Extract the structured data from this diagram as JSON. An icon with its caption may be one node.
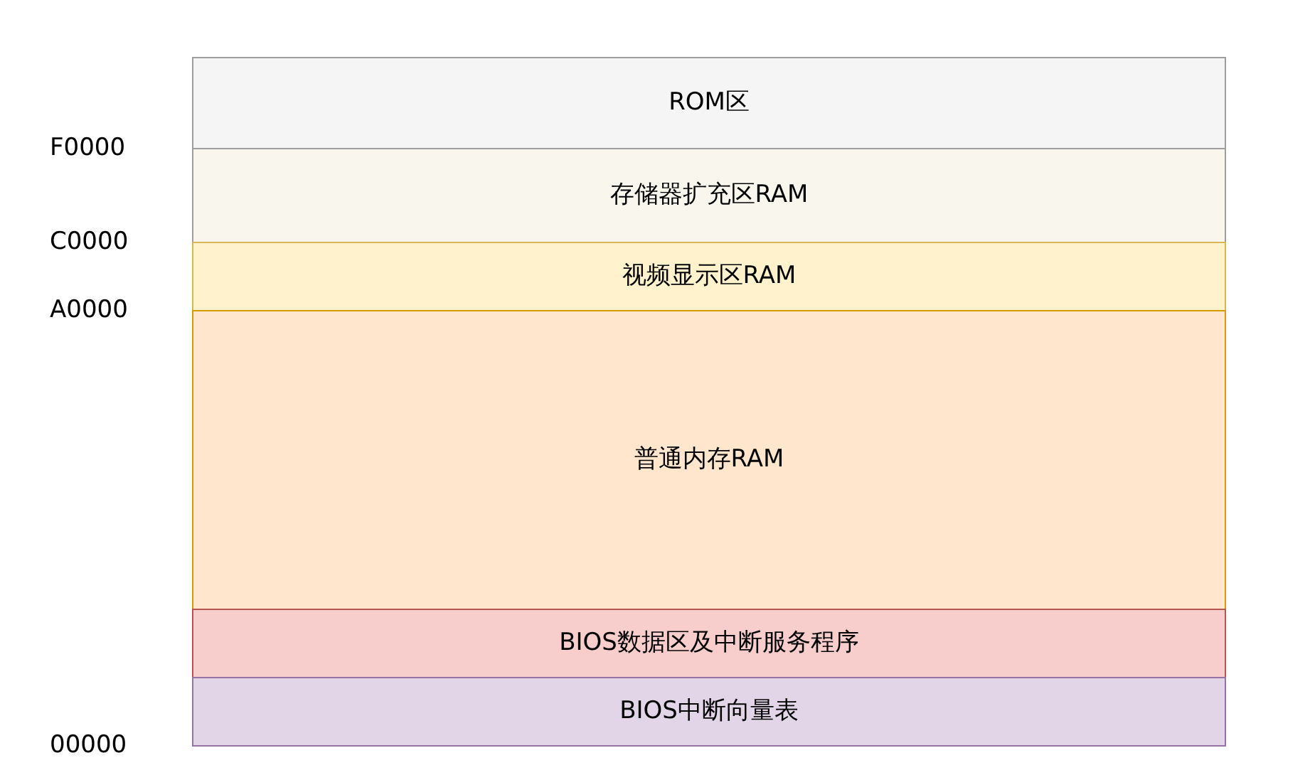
{
  "diagram": {
    "nodes": [
      {
        "text": [
          "ROM区"
        ]
      },
      {
        "text": [
          "存储器扩充区RAM"
        ]
      },
      {
        "text": [
          "视频显示区RAM"
        ]
      },
      {
        "text": [
          "普通内存RAM"
        ]
      },
      {
        "text": [
          "BIOS数据区及中断服务程序"
        ]
      },
      {
        "text": [
          "BIOS中断向量表"
        ]
      }
    ],
    "labels": [
      "F0000",
      "C0000",
      "A0000",
      "00000"
    ]
  }
}
